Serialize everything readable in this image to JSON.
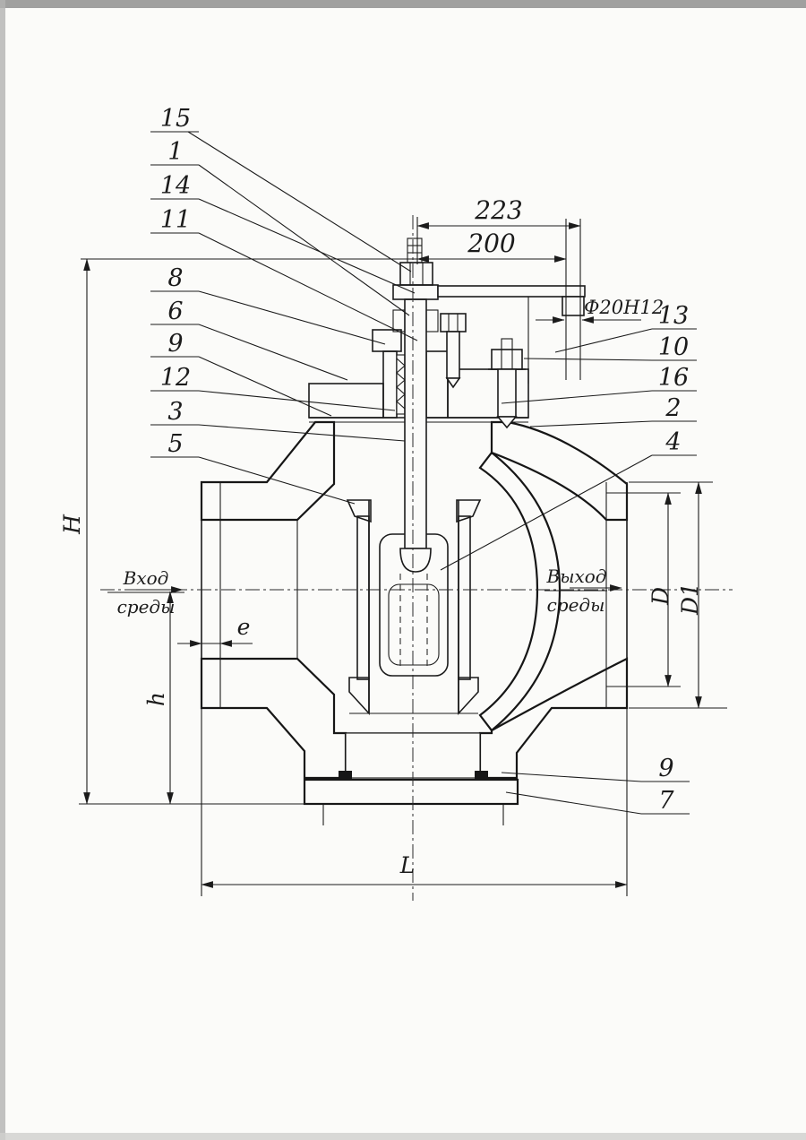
{
  "drawing": {
    "kind": "valve-cross-section-blueprint"
  },
  "callouts": {
    "left": [
      "15",
      "1",
      "14",
      "11",
      "8",
      "6",
      "9",
      "12",
      "3",
      "5"
    ],
    "right": [
      "13",
      "10",
      "16",
      "2",
      "4"
    ],
    "bottom_right": [
      "9",
      "7"
    ]
  },
  "dims": {
    "width_total": "223",
    "width_bracket": "200",
    "pin_hole": "Ф20Н12",
    "height_total": "H",
    "height_lower": "h",
    "offset": "e",
    "length": "L",
    "bore": "D",
    "flange": "D1"
  },
  "flow": {
    "inlet": [
      "Вход",
      "среды"
    ],
    "outlet": [
      "Выход",
      "среды"
    ]
  },
  "colors": {
    "ink": "#1b1b1b",
    "paper": "#fbfbf9",
    "scan_edge": "#8f8f8f"
  }
}
